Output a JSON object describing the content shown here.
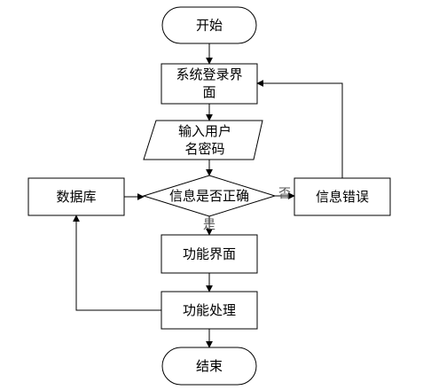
{
  "nodes": {
    "start": {
      "label": "开始"
    },
    "login_ui": {
      "line1": "系统登录界",
      "line2": "面"
    },
    "input": {
      "line1": "输入用户",
      "line2": "名密码"
    },
    "check": {
      "label": "信息是否正确"
    },
    "database": {
      "label": "数据库"
    },
    "error": {
      "label": "信息错误"
    },
    "function_ui": {
      "label": "功能界面"
    },
    "function_process": {
      "label": "功能处理"
    },
    "end": {
      "label": "结束"
    }
  },
  "edges": {
    "yes_label": "是",
    "no_label": "否"
  }
}
